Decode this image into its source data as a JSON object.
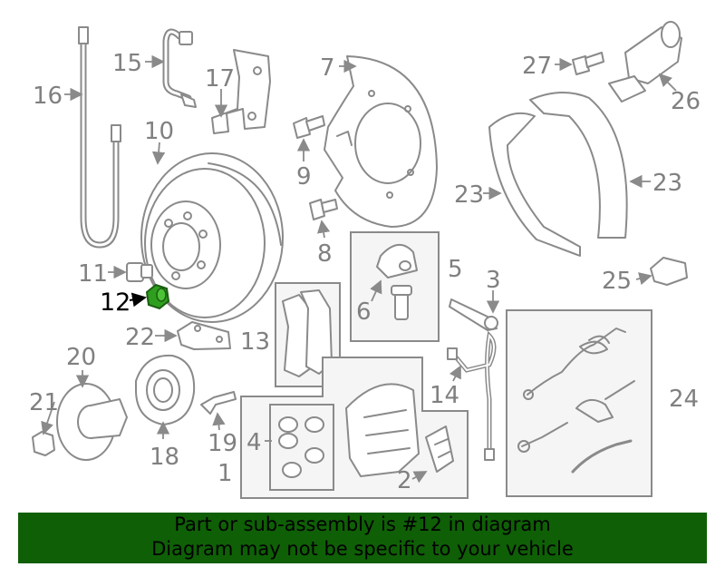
{
  "labels": {
    "l1": "1",
    "l2": "2",
    "l3": "3",
    "l4": "4",
    "l5": "5",
    "l6": "6",
    "l7": "7",
    "l8": "8",
    "l9": "9",
    "l10": "10",
    "l11": "11",
    "l12": "12",
    "l13": "13",
    "l14": "14",
    "l15": "15",
    "l16": "16",
    "l17": "17",
    "l18": "18",
    "l19": "19",
    "l20": "20",
    "l21": "21",
    "l22": "22",
    "l23a": "23",
    "l23b": "23",
    "l24": "24",
    "l25": "25",
    "l26": "26",
    "l27": "27"
  },
  "highlight": {
    "part_number": "12",
    "color": "#2e9e1e"
  },
  "banner": {
    "line1": "Part or sub-assembly is #12 in diagram",
    "line2": "Diagram may not be specific to your vehicle",
    "background": "#0f5f06"
  }
}
